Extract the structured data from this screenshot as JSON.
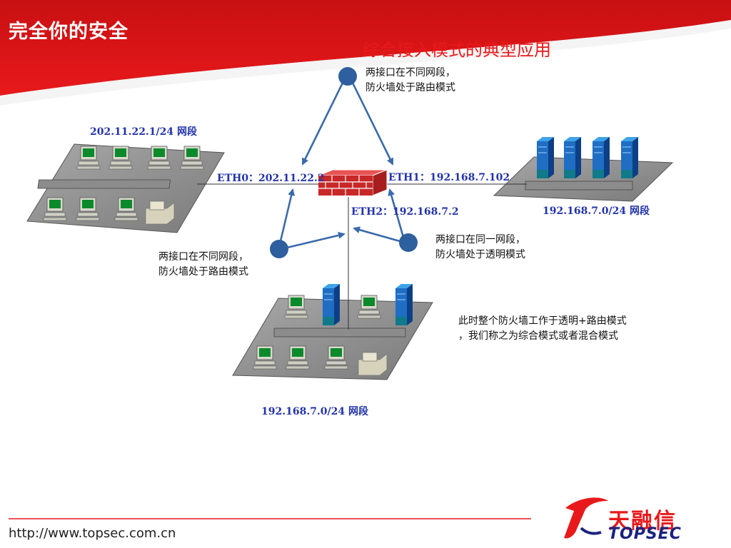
{
  "header": {
    "brand_slogan": "完全你的安全"
  },
  "title": "综合接入模式的典型应用",
  "firewall": {
    "eth0": "ETH0：202.11.22.2",
    "eth1": "ETH1：192.168.7.102",
    "eth2": "ETH2：192.168.7.2"
  },
  "networks": {
    "left": "202.11.22.1/24 网段",
    "right": "192.168.7.0/24 网段",
    "bottom": "192.168.7.0/24 网段"
  },
  "notes": {
    "top": [
      "两接口在不同网段，",
      "防火墙处于路由模式"
    ],
    "left": [
      "两接口在不同网段，",
      "防火墙处于路由模式"
    ],
    "right": [
      "两接口在同一网段，",
      "防火墙处于透明模式"
    ],
    "summary": [
      "此时整个防火墙工作于透明+路由模式",
      "，我们称之为综合模式或者混合模式"
    ]
  },
  "footer": {
    "url": "http://www.topsec.com.cn",
    "logo_cn": "天融信",
    "logo_en": "TOPSEC"
  },
  "colors": {
    "accent_red": "#e8191b",
    "label_blue": "#2233aa",
    "arrow_blue": "#3a6aaa"
  }
}
